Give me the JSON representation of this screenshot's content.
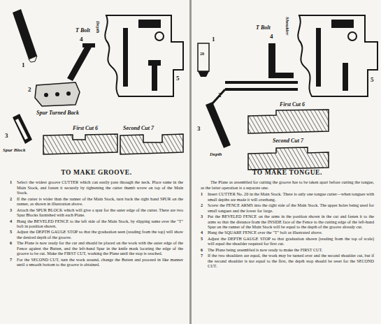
{
  "diagram": {
    "labels": [
      "1",
      "T Bolt",
      "4",
      "Depth",
      "5",
      "2",
      "Spur Turned Back",
      "3",
      "Spur Block",
      "First Cut 6",
      "Second Cut 7",
      "TO MAKE GROOVE.",
      "1",
      "Select the widest groove CUTTER which can easily pass through the neck. Place same in the Main Stock, and fasten it securely by tightening the cutter thumb screw on top of the Main Stock.",
      "2",
      "If the cutter is wider than the runner of the Main Stock, turn back the right hand SPUR on the runner, as shown in illustration above.",
      "3",
      "Attach the SPUR BLOCK which will give a spur for the outer edge of the cutter. There are two Spur Blocks furnished with each Plane.",
      "4",
      "Hang the BEVELED FENCE to the left side of the Main Stock, by slipping same over the \"T\" bolt in position shown.",
      "5",
      "Adjust the DEPTH GAUGE STOP so that the graduation seen (reading from the top) will show the desired depth of the groove.",
      "6",
      "The Plane is now ready for the cut and should be placed on the work with the outer edge of the Fence against the Batten, and the left-hand Spur in the knife mark locating the edge of the groove to be cut. Make the FIRST CUT, working the Plane until the stop is reached.",
      "7",
      "For the SECOND CUT, turn the work around, change the Batten and proceed in like manner until a smooth bottom to the groove is obtained.",
      "T Bolt",
      "4",
      "Shoulder",
      "1",
      "20",
      "5",
      "2",
      "First Cut 6",
      "3",
      "Depth",
      "Second Cut 7",
      "TO MAKE TONGUE.",
      "The Plane as assembled for cutting the groove has to be taken apart before cutting the tongue, as the latter operation is a separate one.",
      "1",
      "Insert CUTTER No. 20 in the Main Stock. There is only one tongue cutter—when tongues with small depths are made it will overhang.",
      "2",
      "Screw the FENCE ARMS into the right side of the Main Stock. The upper holes being used for small tongues and the lower for large.",
      "3",
      "Put the BEVELED FENCE on the arms in the position shown in the cut and fasten it to the arms so that the distance from the INSIDE face of the Fence to the cutting edge of the left-hand Spur on the runner of the Main Stock will be equal to the depth of the groove already cut.",
      "4",
      "Hang the SQUARE FENCE over the \"T\" bolt as illustrated above.",
      "5",
      "Adjust the DEPTH GAUGE STOP so that graduation shown (reading from the top of scale) will equal the shoulder required for first cut.",
      "6",
      "The Plane being assembled is now ready to make the FIRST CUT.",
      "7",
      "If the two shoulders are equal, the work may be turned over and the second shoulder cut, but if the second shoulder is not equal to the first, the depth stop should be reset for the SECOND CUT."
    ]
  }
}
